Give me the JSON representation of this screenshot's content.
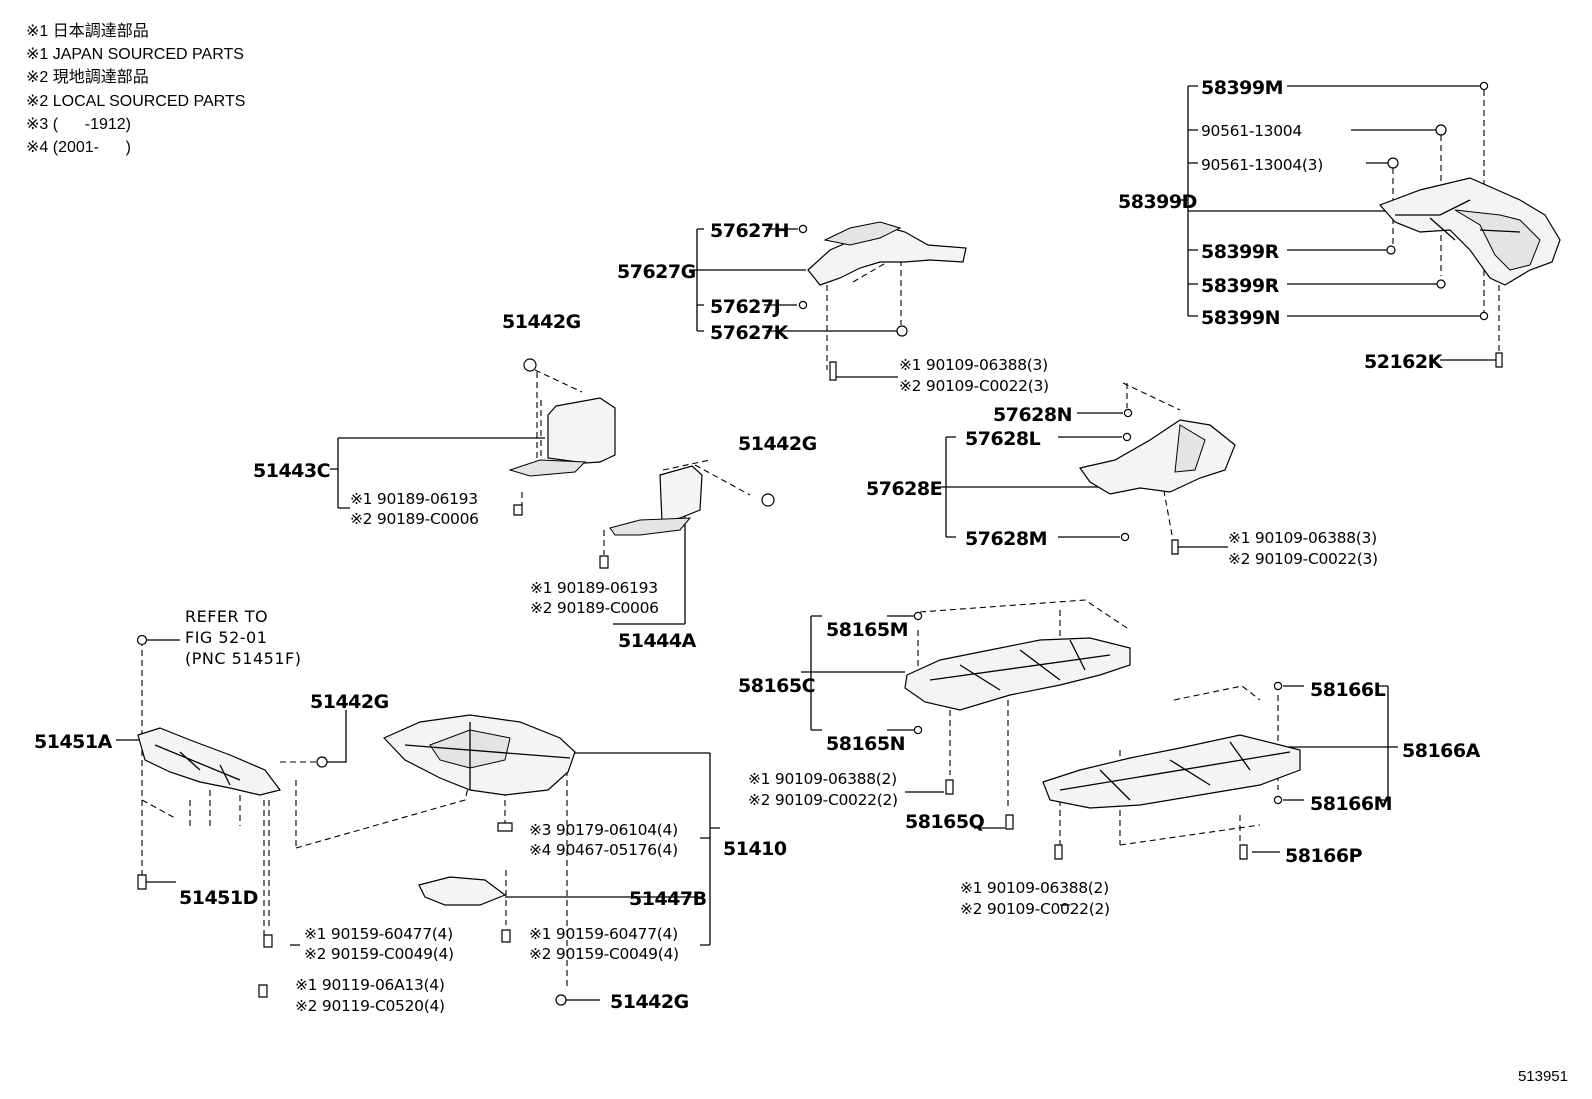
{
  "notes": [
    "※1 日本調達部品",
    "※1 JAPAN SOURCED PARTS",
    "※2 現地調達部品",
    "※2 LOCAL SOURCED PARTS",
    "※3 (      -1912)",
    "※4 (2001-      )"
  ],
  "figure_code": "513951",
  "labels": {
    "p58399M": "58399M",
    "p90561a": "90561-13004",
    "p90561b": "90561-13004(3)",
    "p58399D": "58399D",
    "p58399R1": "58399R",
    "p58399R2": "58399R",
    "p58399N": "58399N",
    "p52162K": "52162K",
    "p57627H": "57627H",
    "p57627G": "57627G",
    "p57627J": "57627J",
    "p57627K": "57627K",
    "n57627_1": "※1 90109-06388(3)",
    "n57627_2": "※2 90109-C0022(3)",
    "p51442G_a": "51442G",
    "p51443C": "51443C",
    "n51443_1": "※1 90189-06193",
    "n51443_2": "※2 90189-C0006",
    "p51442G_b": "51442G",
    "n51444_1": "※1 90189-06193",
    "n51444_2": "※2 90189-C0006",
    "p51444A": "51444A",
    "p57628N": "57628N",
    "p57628L": "57628L",
    "p57628E": "57628E",
    "p57628M": "57628M",
    "n57628_1": "※1 90109-06388(3)",
    "n57628_2": "※2 90109-C0022(3)",
    "refer1": "REFER TO",
    "refer2": "FIG 52-01",
    "refer3": "(PNC 51451F)",
    "p51442G_c": "51442G",
    "p51451A": "51451A",
    "p51451D": "51451D",
    "n51410_3": "※3 90179-06104(4)",
    "n51410_4": "※4 90467-05176(4)",
    "p51410": "51410",
    "p51447B": "51447B",
    "n51410a_1": "※1 90159-60477(4)",
    "n51410a_2": "※2 90159-C0049(4)",
    "n51451_1": "※1 90159-60477(4)",
    "n51451_2": "※2 90159-C0049(4)",
    "n90119_1": "※1 90119-06A13(4)",
    "n90119_2": "※2 90119-C0520(4)",
    "p51442G_d": "51442G",
    "p58165M": "58165M",
    "p58165C": "58165C",
    "p58165N": "58165N",
    "n58165_1": "※1 90109-06388(2)",
    "n58165_2": "※2 90109-C0022(2)",
    "p58165Q": "58165Q",
    "p58166L": "58166L",
    "p58166A": "58166A",
    "p58166M": "58166M",
    "p58166P": "58166P",
    "n58166_1": "※1 90109-06388(2)",
    "n58166_2": "※2 90109-C0022(2)"
  }
}
